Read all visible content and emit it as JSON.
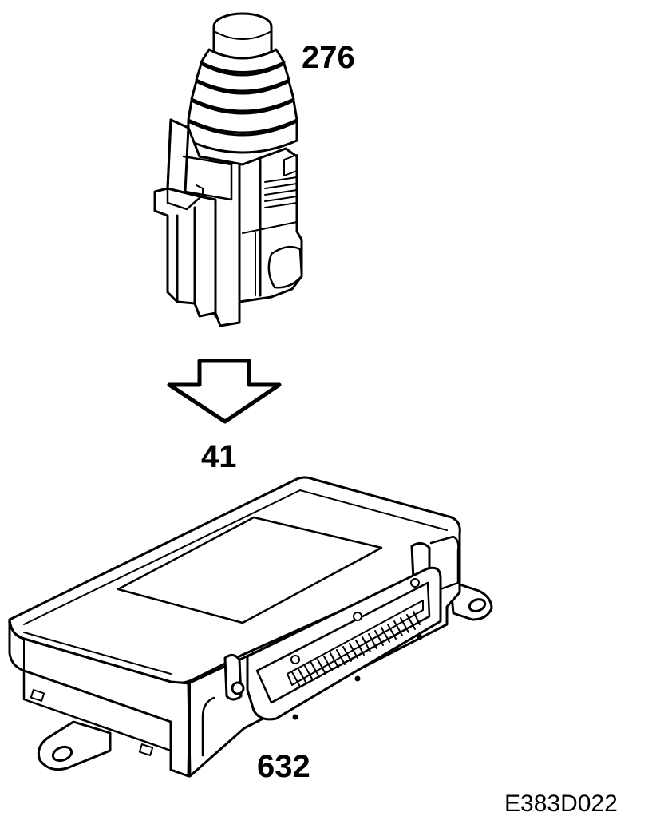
{
  "callouts": {
    "connector": "276",
    "arrow": "41",
    "control_module": "632"
  },
  "figure_id": "E383D022",
  "colors": {
    "line": "#000000",
    "background": "#ffffff"
  }
}
